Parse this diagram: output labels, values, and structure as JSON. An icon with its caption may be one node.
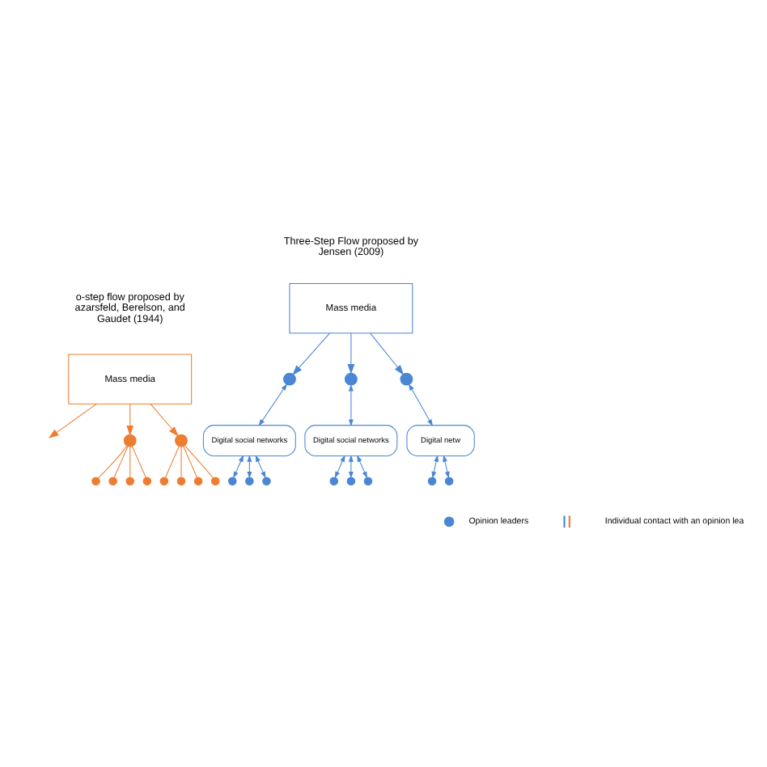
{
  "diagram": {
    "nodes": [
      {
        "text": [
          "Mass media"
        ]
      },
      {
        "text": [],
        "shape": "circle"
      },
      {
        "text": [],
        "shape": "circle"
      },
      {
        "text": [],
        "shape": "circle"
      },
      {
        "text": [],
        "shape": "circle"
      },
      {
        "text": [],
        "shape": "circle"
      },
      {
        "text": [],
        "shape": "circle"
      },
      {
        "text": [],
        "shape": "circle"
      },
      {
        "text": [],
        "shape": "circle"
      },
      {
        "text": [],
        "shape": "circle"
      },
      {
        "text": [],
        "shape": "circle"
      },
      {
        "text": [
          "Mass media"
        ]
      },
      {
        "text": [],
        "shape": "circle"
      },
      {
        "text": [],
        "shape": "circle"
      },
      {
        "text": [],
        "shape": "circle"
      },
      {
        "text": [
          "Digital social networks"
        ]
      },
      {
        "text": [
          "Digital social networks"
        ]
      },
      {
        "text": [
          "Digital netw"
        ]
      },
      {
        "text": [],
        "shape": "circle"
      },
      {
        "text": [],
        "shape": "circle"
      },
      {
        "text": [],
        "shape": "circle"
      },
      {
        "text": [],
        "shape": "circle"
      },
      {
        "text": [],
        "shape": "circle"
      },
      {
        "text": [],
        "shape": "circle"
      },
      {
        "text": [],
        "shape": "circle"
      },
      {
        "text": [],
        "shape": "circle"
      }
    ],
    "edges": [
      {
        "from": 0,
        "to": null,
        "arrow": "to",
        "color": "#ed7d31"
      },
      {
        "from": 0,
        "to": 1,
        "arrow": "to",
        "color": "#ed7d31"
      },
      {
        "from": 0,
        "to": 2,
        "arrow": "to",
        "color": "#ed7d31"
      },
      {
        "from": 1,
        "to": 3,
        "arrow": "none",
        "color": "#ed7d31"
      },
      {
        "from": 1,
        "to": 4,
        "arrow": "none",
        "color": "#ed7d31"
      },
      {
        "from": 1,
        "to": 5,
        "arrow": "none",
        "color": "#ed7d31"
      },
      {
        "from": 1,
        "to": 6,
        "arrow": "none",
        "color": "#ed7d31"
      },
      {
        "from": 2,
        "to": 7,
        "arrow": "none",
        "color": "#ed7d31"
      },
      {
        "from": 2,
        "to": 8,
        "arrow": "none",
        "color": "#ed7d31"
      },
      {
        "from": 2,
        "to": 9,
        "arrow": "none",
        "color": "#ed7d31"
      },
      {
        "from": 2,
        "to": 10,
        "arrow": "none",
        "color": "#ed7d31"
      },
      {
        "from": 11,
        "to": 12,
        "arrow": "to"
      },
      {
        "from": 11,
        "to": 13,
        "arrow": "to"
      },
      {
        "from": 11,
        "to": 14,
        "arrow": "to"
      },
      {
        "from": 12,
        "to": 15,
        "arrow": "both"
      },
      {
        "from": 13,
        "to": 16,
        "arrow": "both"
      },
      {
        "from": 14,
        "to": 17,
        "arrow": "both"
      },
      {
        "from": 15,
        "to": 18,
        "arrow": "both"
      },
      {
        "from": 15,
        "to": 19,
        "arrow": "both"
      },
      {
        "from": 15,
        "to": 20,
        "arrow": "both"
      },
      {
        "from": 16,
        "to": 21,
        "arrow": "both"
      },
      {
        "from": 16,
        "to": 22,
        "arrow": "both"
      },
      {
        "from": 16,
        "to": 23,
        "arrow": "both"
      },
      {
        "from": 17,
        "to": 24,
        "arrow": "both"
      },
      {
        "from": 17,
        "to": 25,
        "arrow": "both"
      }
    ],
    "labels": [
      "o-step flow proposed by azarsfeld, Berelson, and Gaudet (1944)",
      "Three-Step Flow proposed by Jensen (2009)"
    ],
    "legend": [
      {
        "text": "Opinion leaders"
      },
      {
        "text": "Individual contact with an opinion lea"
      }
    ]
  }
}
